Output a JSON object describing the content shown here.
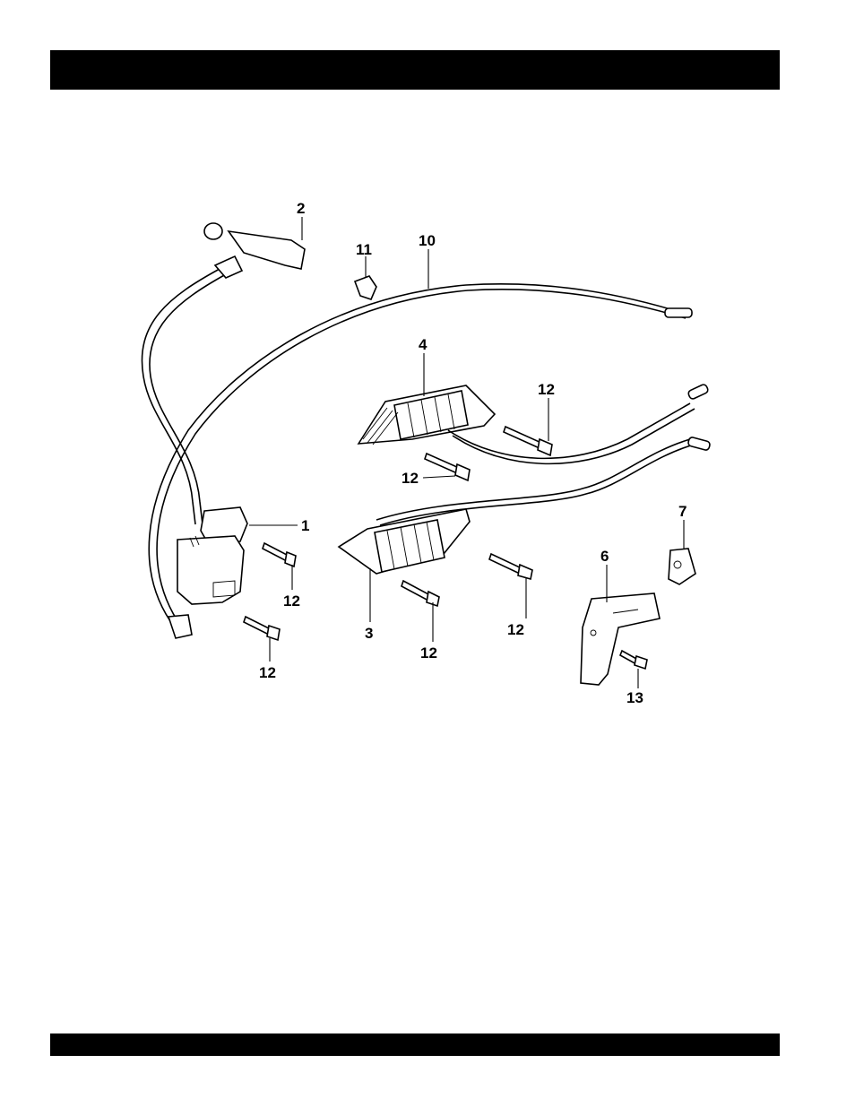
{
  "callouts": {
    "c1": "1",
    "c2": "2",
    "c3": "3",
    "c4": "4",
    "c6": "6",
    "c7": "7",
    "c10": "10",
    "c11": "11",
    "c12a": "12",
    "c12b": "12",
    "c12c": "12",
    "c12d": "12",
    "c12e": "12",
    "c12f": "12",
    "c13": "13"
  },
  "colors": {
    "ink": "#000000",
    "paper": "#ffffff"
  }
}
